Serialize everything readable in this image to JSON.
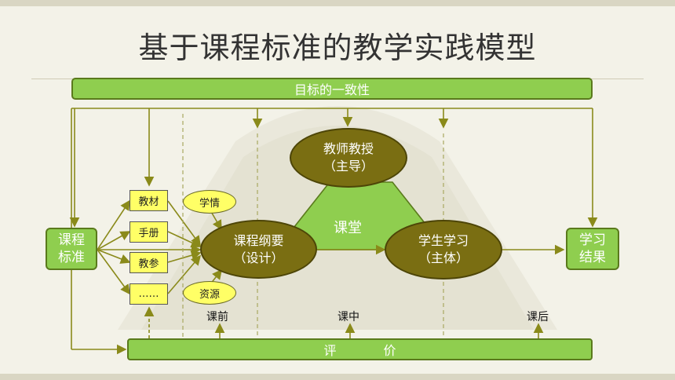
{
  "title": "基于课程标准的教学实践模型",
  "top_bar": "目标的一致性",
  "bottom_bar": "评价",
  "left_box": "课程\n标准",
  "right_box": "学习\n结果",
  "materials": [
    "教材",
    "手册",
    "教参",
    "……"
  ],
  "resources": {
    "learning_situation": "学情",
    "resources": "资源"
  },
  "center": {
    "syllabus": "课程纲要\n（设计）",
    "teacher": "教师教授\n（主导）",
    "student": "学生学习\n（主体）",
    "classroom": "课堂"
  },
  "phases": [
    "课前",
    "课中",
    "课后"
  ],
  "colors": {
    "green": "#8fce4f",
    "olive": "#7a6e12",
    "yellow": "#ffff66",
    "line": "#8a8a1a"
  }
}
